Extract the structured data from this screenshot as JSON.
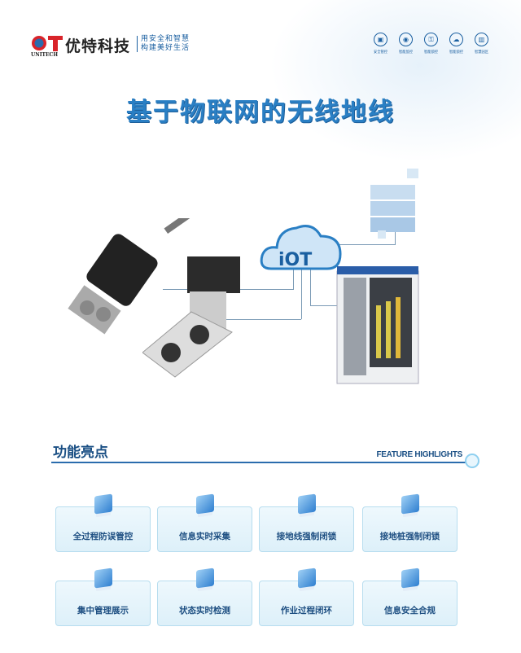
{
  "header": {
    "logo_text": "UT",
    "logo_sub": "UNITECH",
    "brand": "优特科技",
    "slogan_line1": "用安全和智慧",
    "slogan_line2": "构建美好生活",
    "icons": [
      {
        "icon": "monitor-icon",
        "label": "安全管控"
      },
      {
        "icon": "camera-icon",
        "label": "智能监控"
      },
      {
        "icon": "lock-key-icon",
        "label": "智能锁控"
      },
      {
        "icon": "cloud-lock-icon",
        "label": "智能锁控"
      },
      {
        "icon": "building-icon",
        "label": "智慧园区"
      }
    ]
  },
  "title": "基于物联网的无线地线",
  "diagram": {
    "cloud_text": "iOT"
  },
  "features": {
    "title": "功能亮点",
    "title_en": "FEATURE HIGHLIGHTS",
    "items": [
      "全过程防误管控",
      "信息实时采集",
      "接地线强制闭锁",
      "接地桩强制闭锁",
      "集中管理展示",
      "状态实时检测",
      "作业过程闭环",
      "信息安全合规"
    ]
  },
  "colors": {
    "brand_blue": "#1a5fa0",
    "title_blue": "#2a7fc4",
    "logo_red": "#d9242a"
  }
}
